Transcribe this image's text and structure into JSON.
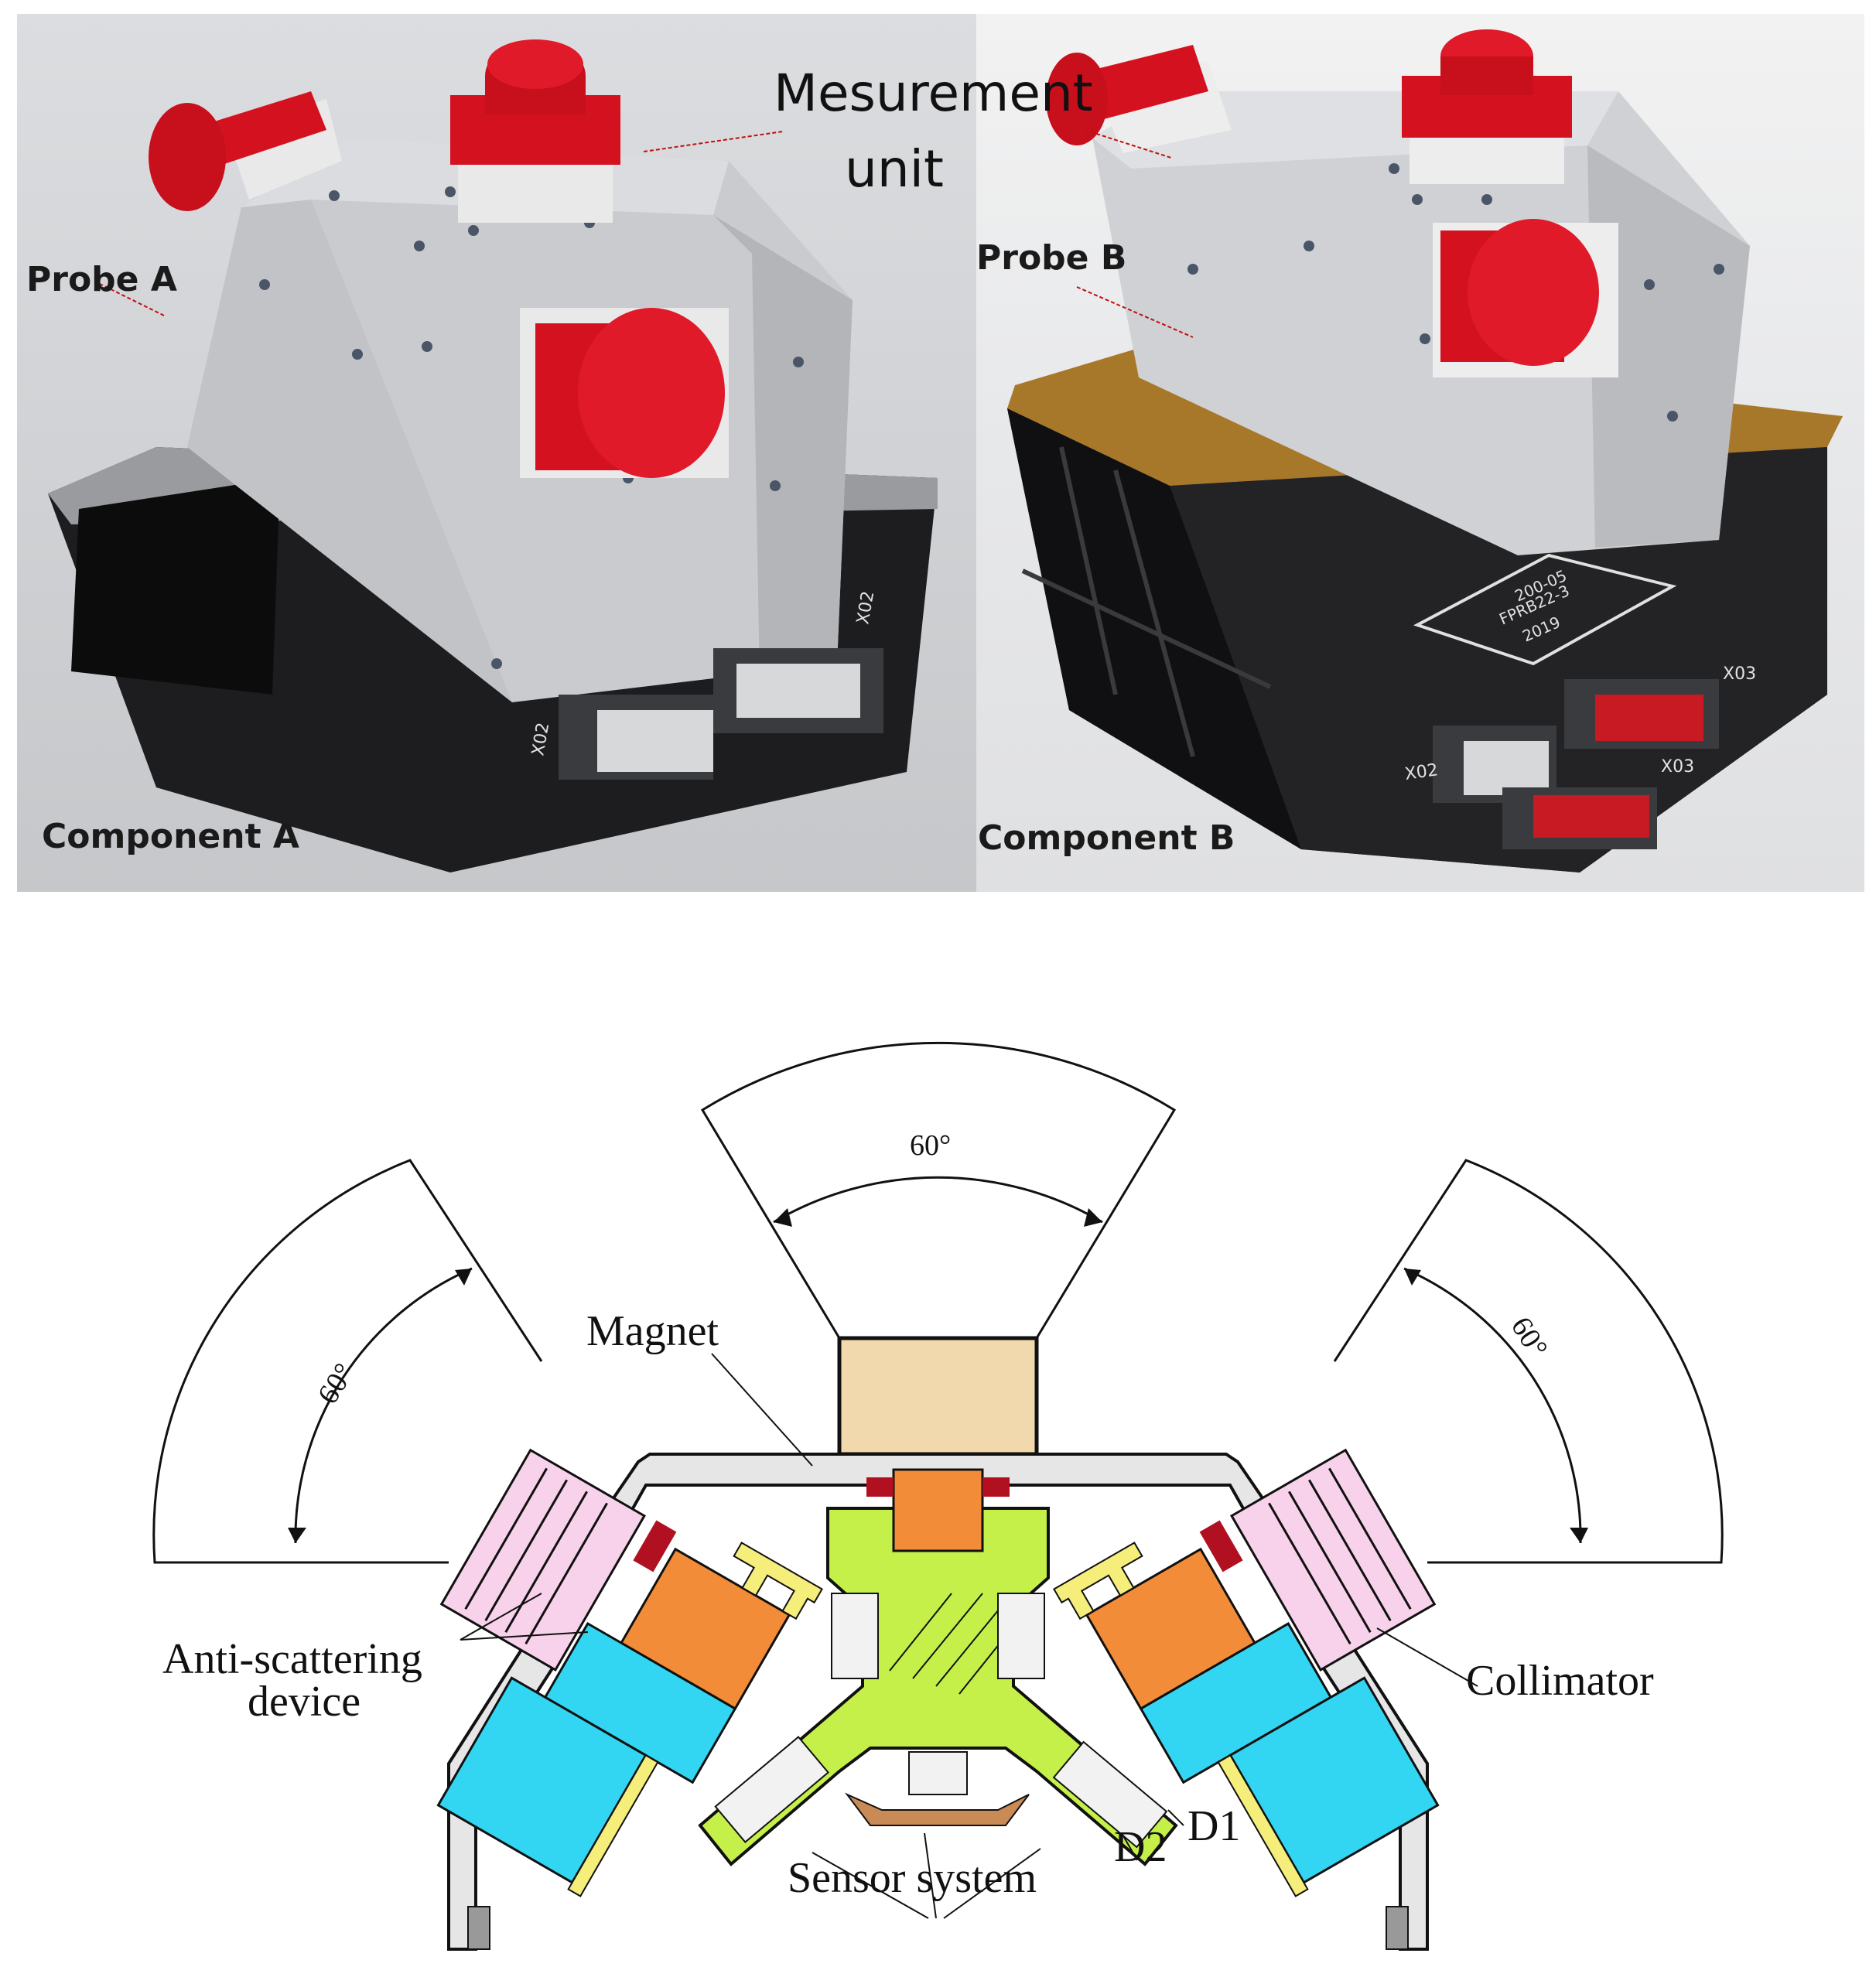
{
  "photos": {
    "left": {
      "probe_label": "Probe A",
      "component_label": "Component A",
      "connector_1": "X02",
      "connector_2": "X02"
    },
    "right": {
      "probe_label": "Probe B",
      "component_label": "Component B",
      "connector_1": "X02",
      "connector_2": "X03",
      "connector_3": "X03",
      "plate_line_1": "200-05",
      "plate_line_2": "FPRB22-3",
      "plate_line_3": "2019"
    },
    "measurement_label_line1": "Mesurement",
    "measurement_label_line2": "unit"
  },
  "diagram": {
    "angle_top": "60°",
    "angle_left": "60°",
    "angle_right": "60°",
    "magnet": "Magnet",
    "anti_scattering_line1": "Anti-scattering",
    "anti_scattering_line2": "device",
    "collimator": "Collimator",
    "sensor_system": "Sensor system",
    "d1": "D1",
    "d2": "D2"
  },
  "colors": {
    "red_cap": "#d4121f",
    "aluminium": "#c9cbcf",
    "black_base": "#1c1c1e",
    "brown_plate": "#a8782a",
    "magnet_fill": "#f2d9ad",
    "orange": "#f28c38",
    "cyan": "#33d6f2",
    "lime": "#c5f04a",
    "pink": "#f7d2ea",
    "yellow": "#f5ee7a",
    "dark_red": "#b01020"
  }
}
